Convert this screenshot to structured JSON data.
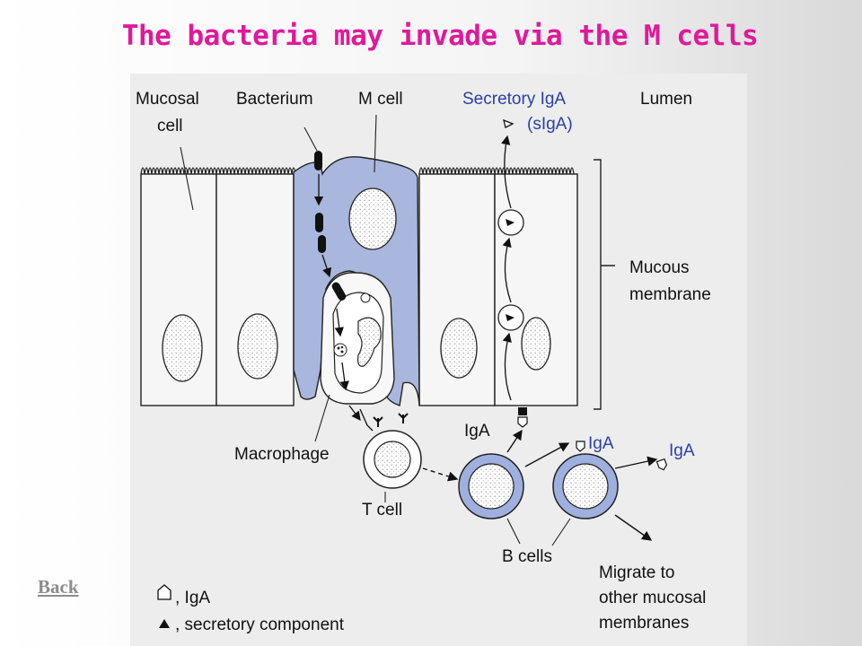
{
  "slide": {
    "title": "The bacteria may invade via the M cells",
    "back_label": "Back"
  },
  "figure": {
    "labels": {
      "mucosal_cell": [
        "Mucosal",
        "cell"
      ],
      "bacterium": "Bacterium",
      "m_cell": "M cell",
      "secretory_iga": [
        "Secretory IgA",
        "(sIgA)"
      ],
      "lumen": "Lumen",
      "mucous_membrane": [
        "Mucous",
        "membrane"
      ],
      "macrophage": "Macrophage",
      "t_cell": "T cell",
      "iga_1": "IgA",
      "iga_2": "IgA",
      "iga_3": "IgA",
      "b_cells": "B cells",
      "migrate": [
        "Migrate to",
        "other mucosal",
        "membranes"
      ]
    },
    "legend": [
      {
        "symbol": "pentagon",
        "text": ", IgA"
      },
      {
        "symbol": "triangle",
        "text": ", secretory component"
      }
    ],
    "colors": {
      "cell_blue": "#a9b6dd",
      "b_cell_blue": "#9fb0de",
      "label_blue": "#2a3fa8",
      "title_magenta": "#e0199a"
    }
  }
}
